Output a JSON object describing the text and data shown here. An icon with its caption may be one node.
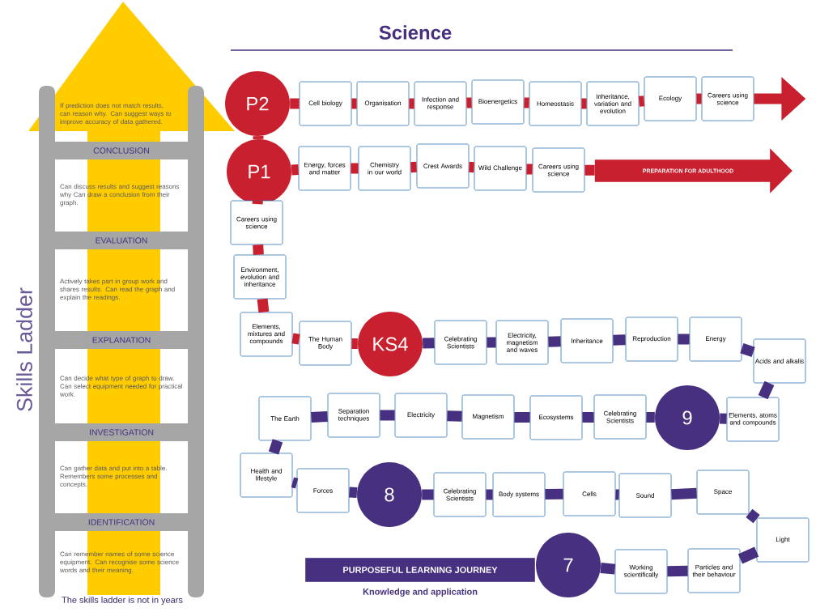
{
  "diagram": {
    "title": "Science",
    "nodes": [
      {
        "text": [
          "P2"
        ]
      },
      {
        "text": [
          "Cell biology"
        ]
      },
      {
        "text": [
          "Organisation"
        ]
      },
      {
        "text": [
          "Infection and response"
        ]
      },
      {
        "text": [
          "Bioenergetics"
        ]
      },
      {
        "text": [
          "Homeostasis"
        ]
      },
      {
        "text": [
          "Inheritance, variation and evolution"
        ]
      },
      {
        "text": [
          "Ecology"
        ]
      },
      {
        "text": [
          "Careers using science"
        ]
      },
      {
        "text": [
          "P1"
        ]
      },
      {
        "text": [
          "Energy, forces and matter"
        ]
      },
      {
        "text": [
          "Chemistry in our world"
        ]
      },
      {
        "text": [
          "Crest Awards"
        ]
      },
      {
        "text": [
          "Wild Challenge"
        ]
      },
      {
        "text": [
          "Careers using science"
        ]
      },
      {
        "text": [
          "PREPARATION FOR ADULTHOOD"
        ]
      },
      {
        "text": [
          "Careers using science"
        ]
      },
      {
        "text": [
          "Environment, evolution and inheritance"
        ]
      },
      {
        "text": [
          "Elements, mixtures and compounds"
        ]
      },
      {
        "text": [
          "The Human Body"
        ]
      },
      {
        "text": [
          "KS4"
        ]
      },
      {
        "text": [
          "Celebrating Scientists"
        ]
      },
      {
        "text": [
          "Electricity, magnetism and waves"
        ]
      },
      {
        "text": [
          "Inheritance"
        ]
      },
      {
        "text": [
          "Reproduction"
        ]
      },
      {
        "text": [
          "Energy"
        ]
      },
      {
        "text": [
          "Acids and alkalis"
        ]
      },
      {
        "text": [
          "The Earth"
        ]
      },
      {
        "text": [
          "Separation techniques"
        ]
      },
      {
        "text": [
          "Electricity"
        ]
      },
      {
        "text": [
          "Magnetism"
        ]
      },
      {
        "text": [
          "Ecosystems"
        ]
      },
      {
        "text": [
          "Celebrating Scientists"
        ]
      },
      {
        "text": [
          "9"
        ]
      },
      {
        "text": [
          "Elements, atoms and compounds"
        ]
      },
      {
        "text": [
          "Health and lifestyle"
        ]
      },
      {
        "text": [
          "Forces"
        ]
      },
      {
        "text": [
          "8"
        ]
      },
      {
        "text": [
          "Celebrating Scientists"
        ]
      },
      {
        "text": [
          "Body systems"
        ]
      },
      {
        "text": [
          "Cells"
        ]
      },
      {
        "text": [
          "Sound"
        ]
      },
      {
        "text": [
          "Space"
        ]
      },
      {
        "text": [
          "Light"
        ]
      },
      {
        "text": [
          "PURPOSEFUL LEARNING JOURNEY"
        ],
        "beside": [
          "Knowledge and application"
        ]
      },
      {
        "text": [
          "7"
        ]
      },
      {
        "text": [
          "Working scientifically"
        ]
      },
      {
        "text": [
          "Particles and their behaviour"
        ]
      },
      {
        "text": [
          "If prediction does not match results, can reason why. Can suggest ways to improve accuracy of data gathered."
        ]
      },
      {
        "text": [
          "CONCLUSION"
        ]
      },
      {
        "text": [
          "Can discuss results and suggest reasons why Can draw a conclusion from their graph."
        ]
      },
      {
        "text": [
          "EVALUATION"
        ]
      },
      {
        "text": [
          "Actively takes part in group work and shares results. Can read the graph and explain the readings."
        ]
      },
      {
        "text": [
          "EXPLANATION"
        ]
      },
      {
        "text": [
          "Can decide what type of graph to draw. Can select equipment needed for practical work."
        ]
      },
      {
        "text": [
          "INVESTIGATION"
        ]
      },
      {
        "text": [
          "Can gather data and put into a table. Remembers some processes and concepts."
        ]
      },
      {
        "text": [
          "IDENTIFICATION"
        ]
      },
      {
        "text": [
          "Can remember names of some science equipment. Can recognise some science words and their meaning."
        ]
      }
    ],
    "edges": [
      {
        "from": 0,
        "to": 1,
        "arrow": "none",
        "color": "#c8202f"
      },
      {
        "from": 1,
        "to": 2,
        "arrow": "none",
        "color": "#c8202f"
      },
      {
        "from": 2,
        "to": 3,
        "arrow": "none",
        "color": "#c8202f"
      },
      {
        "from": 3,
        "to": 4,
        "arrow": "none",
        "color": "#c8202f"
      },
      {
        "from": 4,
        "to": 5,
        "arrow": "none",
        "color": "#c8202f"
      },
      {
        "from": 5,
        "to": 6,
        "arrow": "none",
        "color": "#c8202f"
      },
      {
        "from": 6,
        "to": 7,
        "arrow": "none",
        "color": "#c8202f"
      },
      {
        "from": 7,
        "to": 8,
        "arrow": "none",
        "color": "#c8202f"
      },
      {
        "from": 8,
        "to": null,
        "arrow": "to",
        "color": "#c8202f"
      },
      {
        "from": 9,
        "to": 0,
        "arrow": "none",
        "color": "#c8202f"
      },
      {
        "from": 9,
        "to": 10,
        "arrow": "none",
        "color": "#c8202f"
      },
      {
        "from": 10,
        "to": 11,
        "arrow": "none",
        "color": "#c8202f"
      },
      {
        "from": 11,
        "to": 12,
        "arrow": "none",
        "color": "#c8202f"
      },
      {
        "from": 12,
        "to": 13,
        "arrow": "none",
        "color": "#c8202f"
      },
      {
        "from": 13,
        "to": 14,
        "arrow": "none",
        "color": "#c8202f"
      },
      {
        "from": 14,
        "to": 15,
        "arrow": "none",
        "color": "#c8202f"
      },
      {
        "from": 16,
        "to": 9,
        "arrow": "none",
        "color": "#c8202f"
      },
      {
        "from": 17,
        "to": 16,
        "arrow": "none",
        "color": "#c8202f"
      },
      {
        "from": 18,
        "to": 17,
        "arrow": "none",
        "color": "#c8202f"
      },
      {
        "from": 19,
        "to": 18,
        "arrow": "none",
        "color": "#c8202f"
      },
      {
        "from": 20,
        "to": 19,
        "arrow": "none",
        "color": "#c8202f"
      },
      {
        "from": 21,
        "to": 20,
        "arrow": "none"
      },
      {
        "from": 22,
        "to": 21,
        "arrow": "none"
      },
      {
        "from": 23,
        "to": 22,
        "arrow": "none"
      },
      {
        "from": 24,
        "to": 23,
        "arrow": "none"
      },
      {
        "from": 25,
        "to": 24,
        "arrow": "none"
      },
      {
        "from": 26,
        "to": 25,
        "arrow": "none"
      },
      {
        "from": 34,
        "to": 26,
        "arrow": "none"
      },
      {
        "from": 33,
        "to": 34,
        "arrow": "none"
      },
      {
        "from": 32,
        "to": 33,
        "arrow": "none"
      },
      {
        "from": 31,
        "to": 32,
        "arrow": "none"
      },
      {
        "from": 30,
        "to": 31,
        "arrow": "none"
      },
      {
        "from": 29,
        "to": 30,
        "arrow": "none"
      },
      {
        "from": 28,
        "to": 29,
        "arrow": "none"
      },
      {
        "from": 27,
        "to": 28,
        "arrow": "none"
      },
      {
        "from": 35,
        "to": 27,
        "arrow": "none"
      },
      {
        "from": 36,
        "to": 35,
        "arrow": "none"
      },
      {
        "from": 37,
        "to": 36,
        "arrow": "none"
      },
      {
        "from": 38,
        "to": 37,
        "arrow": "none"
      },
      {
        "from": 39,
        "to": 38,
        "arrow": "none"
      },
      {
        "from": 40,
        "to": 39,
        "arrow": "none"
      },
      {
        "from": 41,
        "to": 40,
        "arrow": "none"
      },
      {
        "from": 42,
        "to": 41,
        "arrow": "none"
      },
      {
        "from": 43,
        "to": 42,
        "arrow": "none"
      },
      {
        "from": 47,
        "to": 43,
        "arrow": "none"
      },
      {
        "from": 46,
        "to": 47,
        "arrow": "none"
      },
      {
        "from": 45,
        "to": 46,
        "arrow": "none"
      }
    ],
    "labels": [
      "Skills Ladder",
      "The skills ladder is not in years"
    ]
  }
}
